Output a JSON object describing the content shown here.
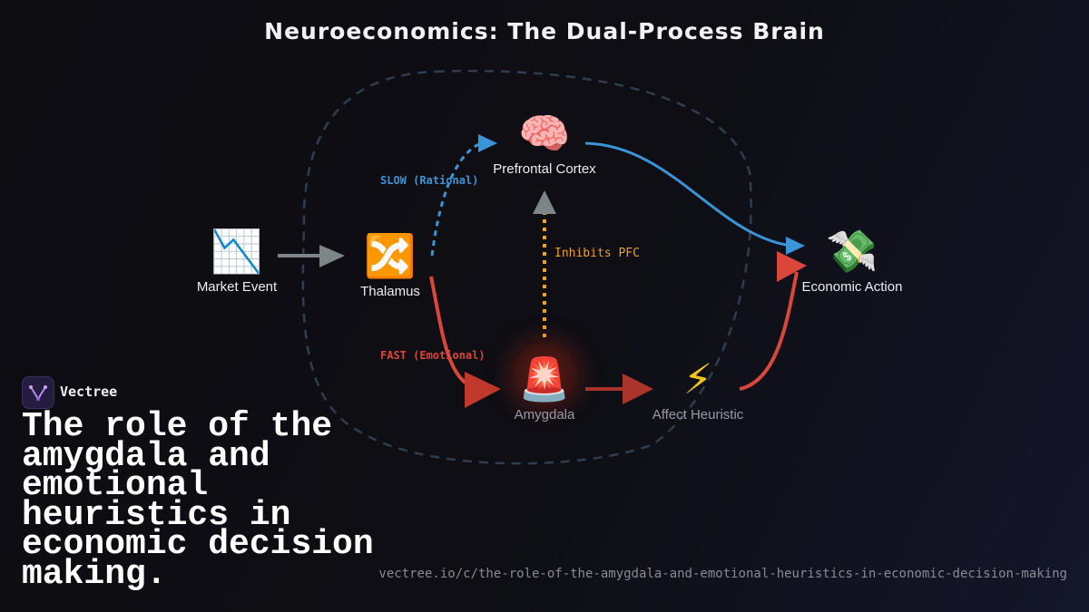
{
  "title": "Neuroeconomics: The Dual-Process Brain",
  "nodes": {
    "market_event": {
      "label": "Market Event",
      "icon": "📉"
    },
    "thalamus": {
      "label": "Thalamus",
      "icon": "🔀"
    },
    "prefrontal_cortex": {
      "label": "Prefrontal Cortex",
      "icon": "🧠"
    },
    "amygdala": {
      "label": "Amygdala",
      "icon": "🚨"
    },
    "affect_heuristic": {
      "label": "Affect Heuristic",
      "icon": "⚡"
    },
    "economic_action": {
      "label": "Economic Action",
      "icon": "💸"
    }
  },
  "paths": {
    "slow": {
      "label": "SLOW (Rational)",
      "color": "#3a94d8"
    },
    "fast": {
      "label": "FAST (Emotional)",
      "color": "#d9473a"
    },
    "inhibit": {
      "label": "Inhibits PFC",
      "color": "#f0a028"
    }
  },
  "colors": {
    "neutral_arrow": "#7d8587",
    "brain_outline": "#2f3d4e"
  },
  "brand": {
    "name": "Vectree",
    "icon": "vectree-logo-icon"
  },
  "headline": "The role of the amygdala and emotional heuristics in economic decision making.",
  "url": "vectree.io/c/the-role-of-the-amygdala-and-emotional-heuristics-in-economic-decision-making"
}
